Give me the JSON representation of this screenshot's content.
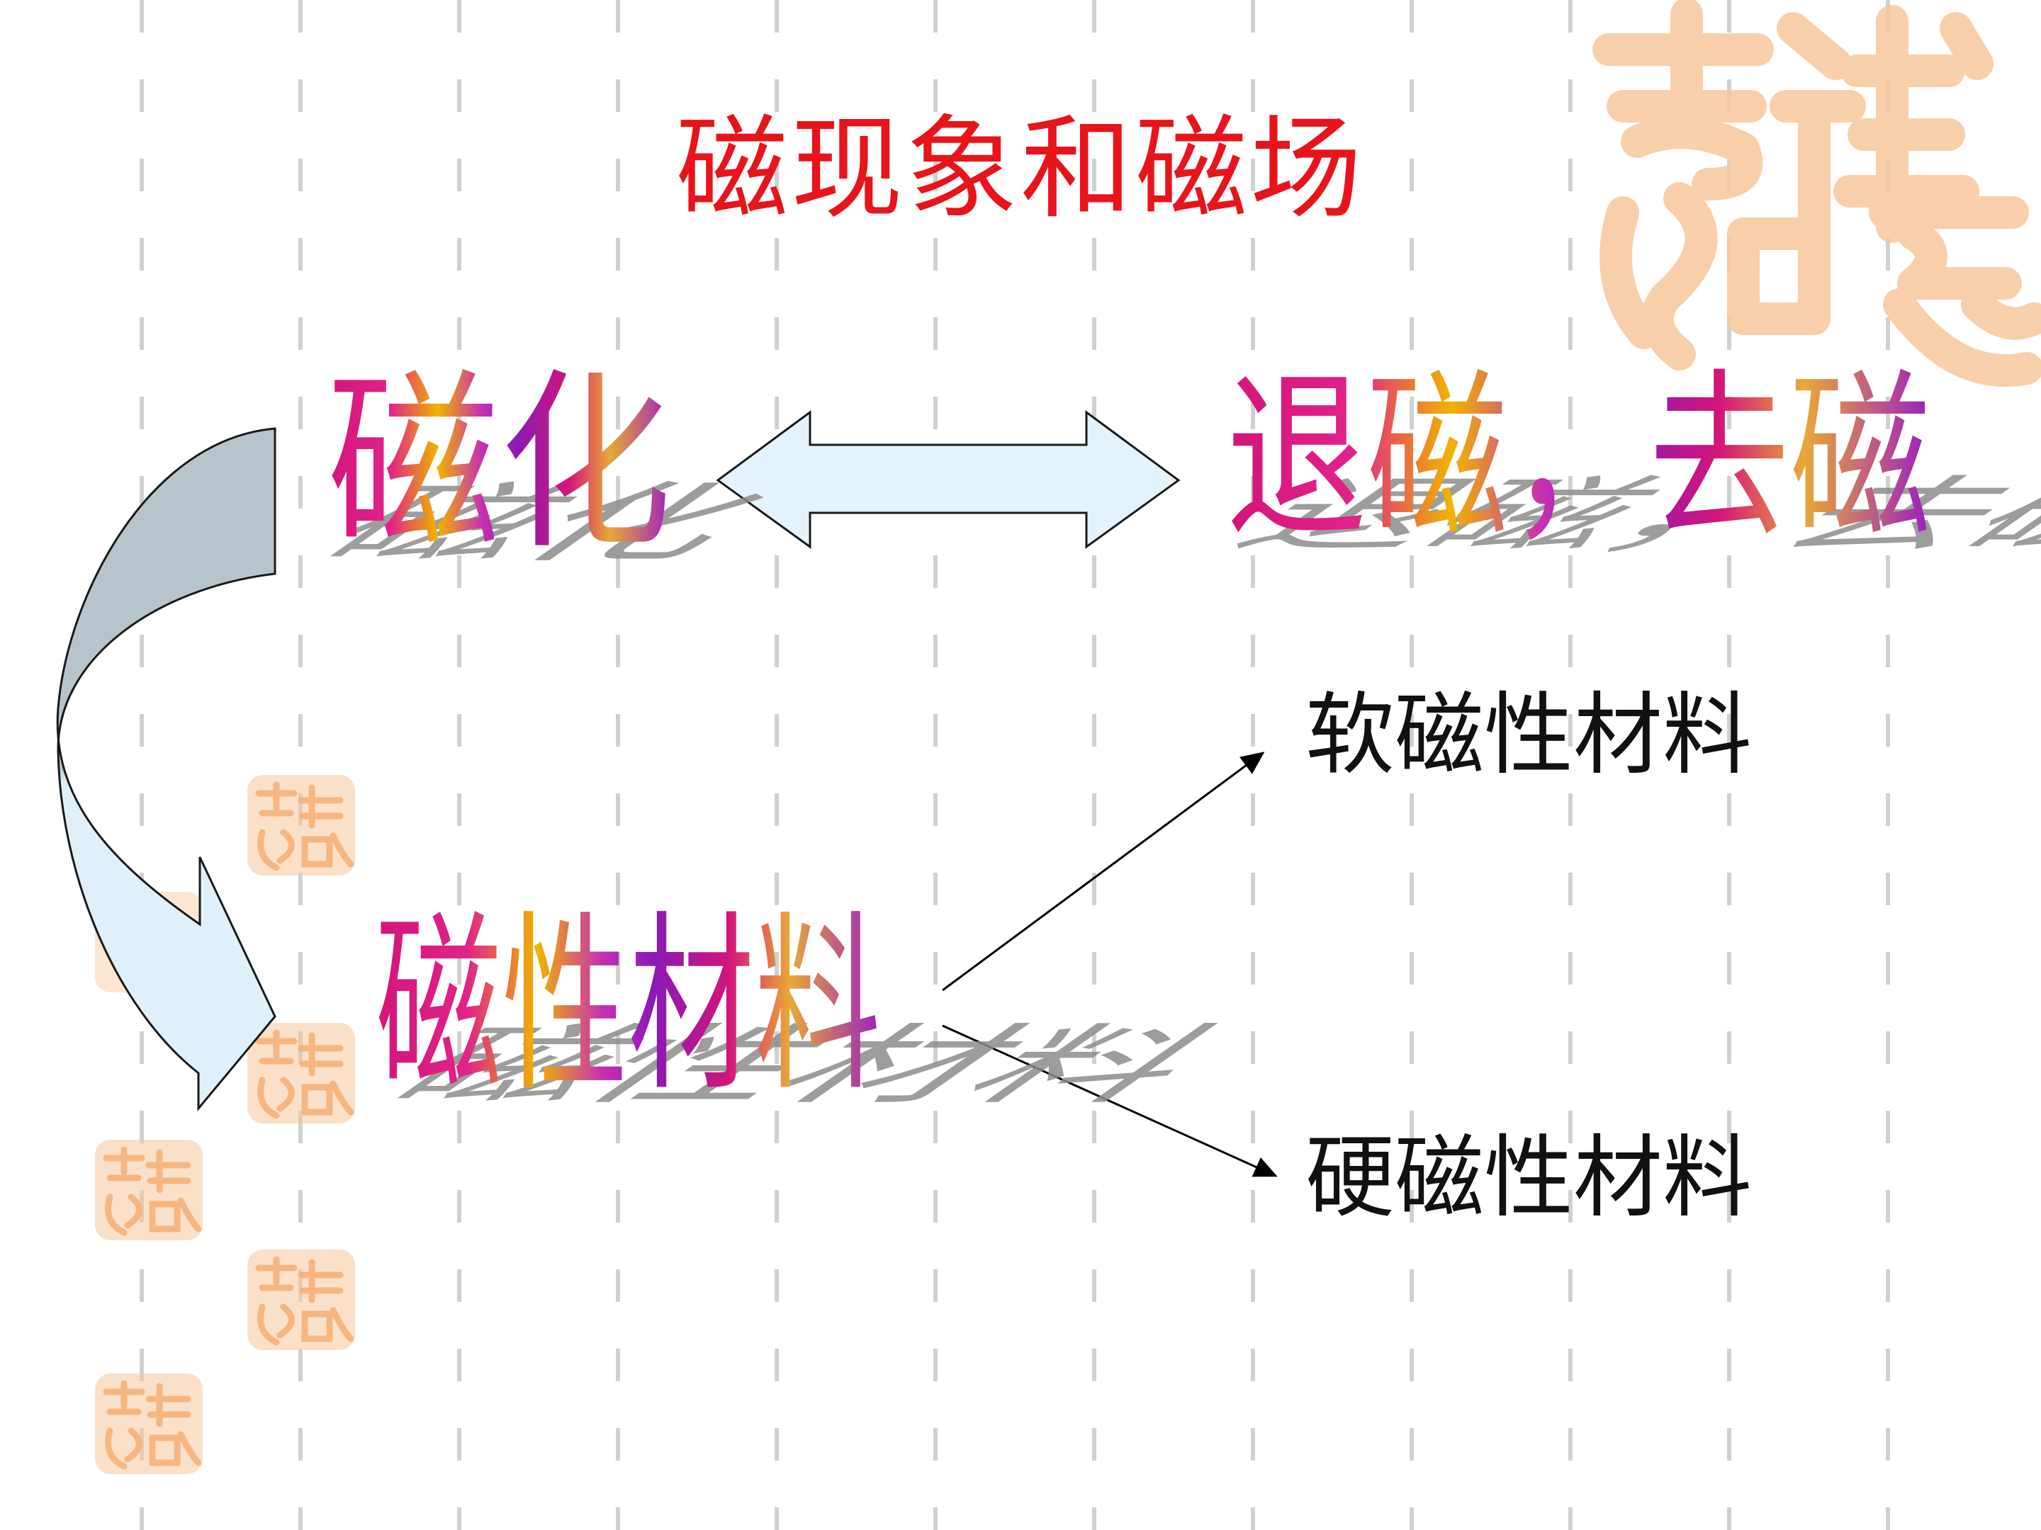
{
  "title": "磁现象和磁场",
  "nodes": {
    "magnetization": "磁化",
    "demagnetization": "退磁，去磁",
    "magnetic_material": "磁性材料",
    "soft_magnetic": "软磁性材料",
    "hard_magnetic": "硬磁性材料"
  },
  "colors": {
    "title": "#e8141b",
    "curved_arrow_top": "#b8c4cc",
    "curved_arrow_bottom": "#dff0fa",
    "double_arrow_fill": "#e3f2fb",
    "seal": "#f7c79c",
    "dash": "#d0d0d0"
  },
  "decorations": {
    "seal_text": "吉祥如意"
  }
}
